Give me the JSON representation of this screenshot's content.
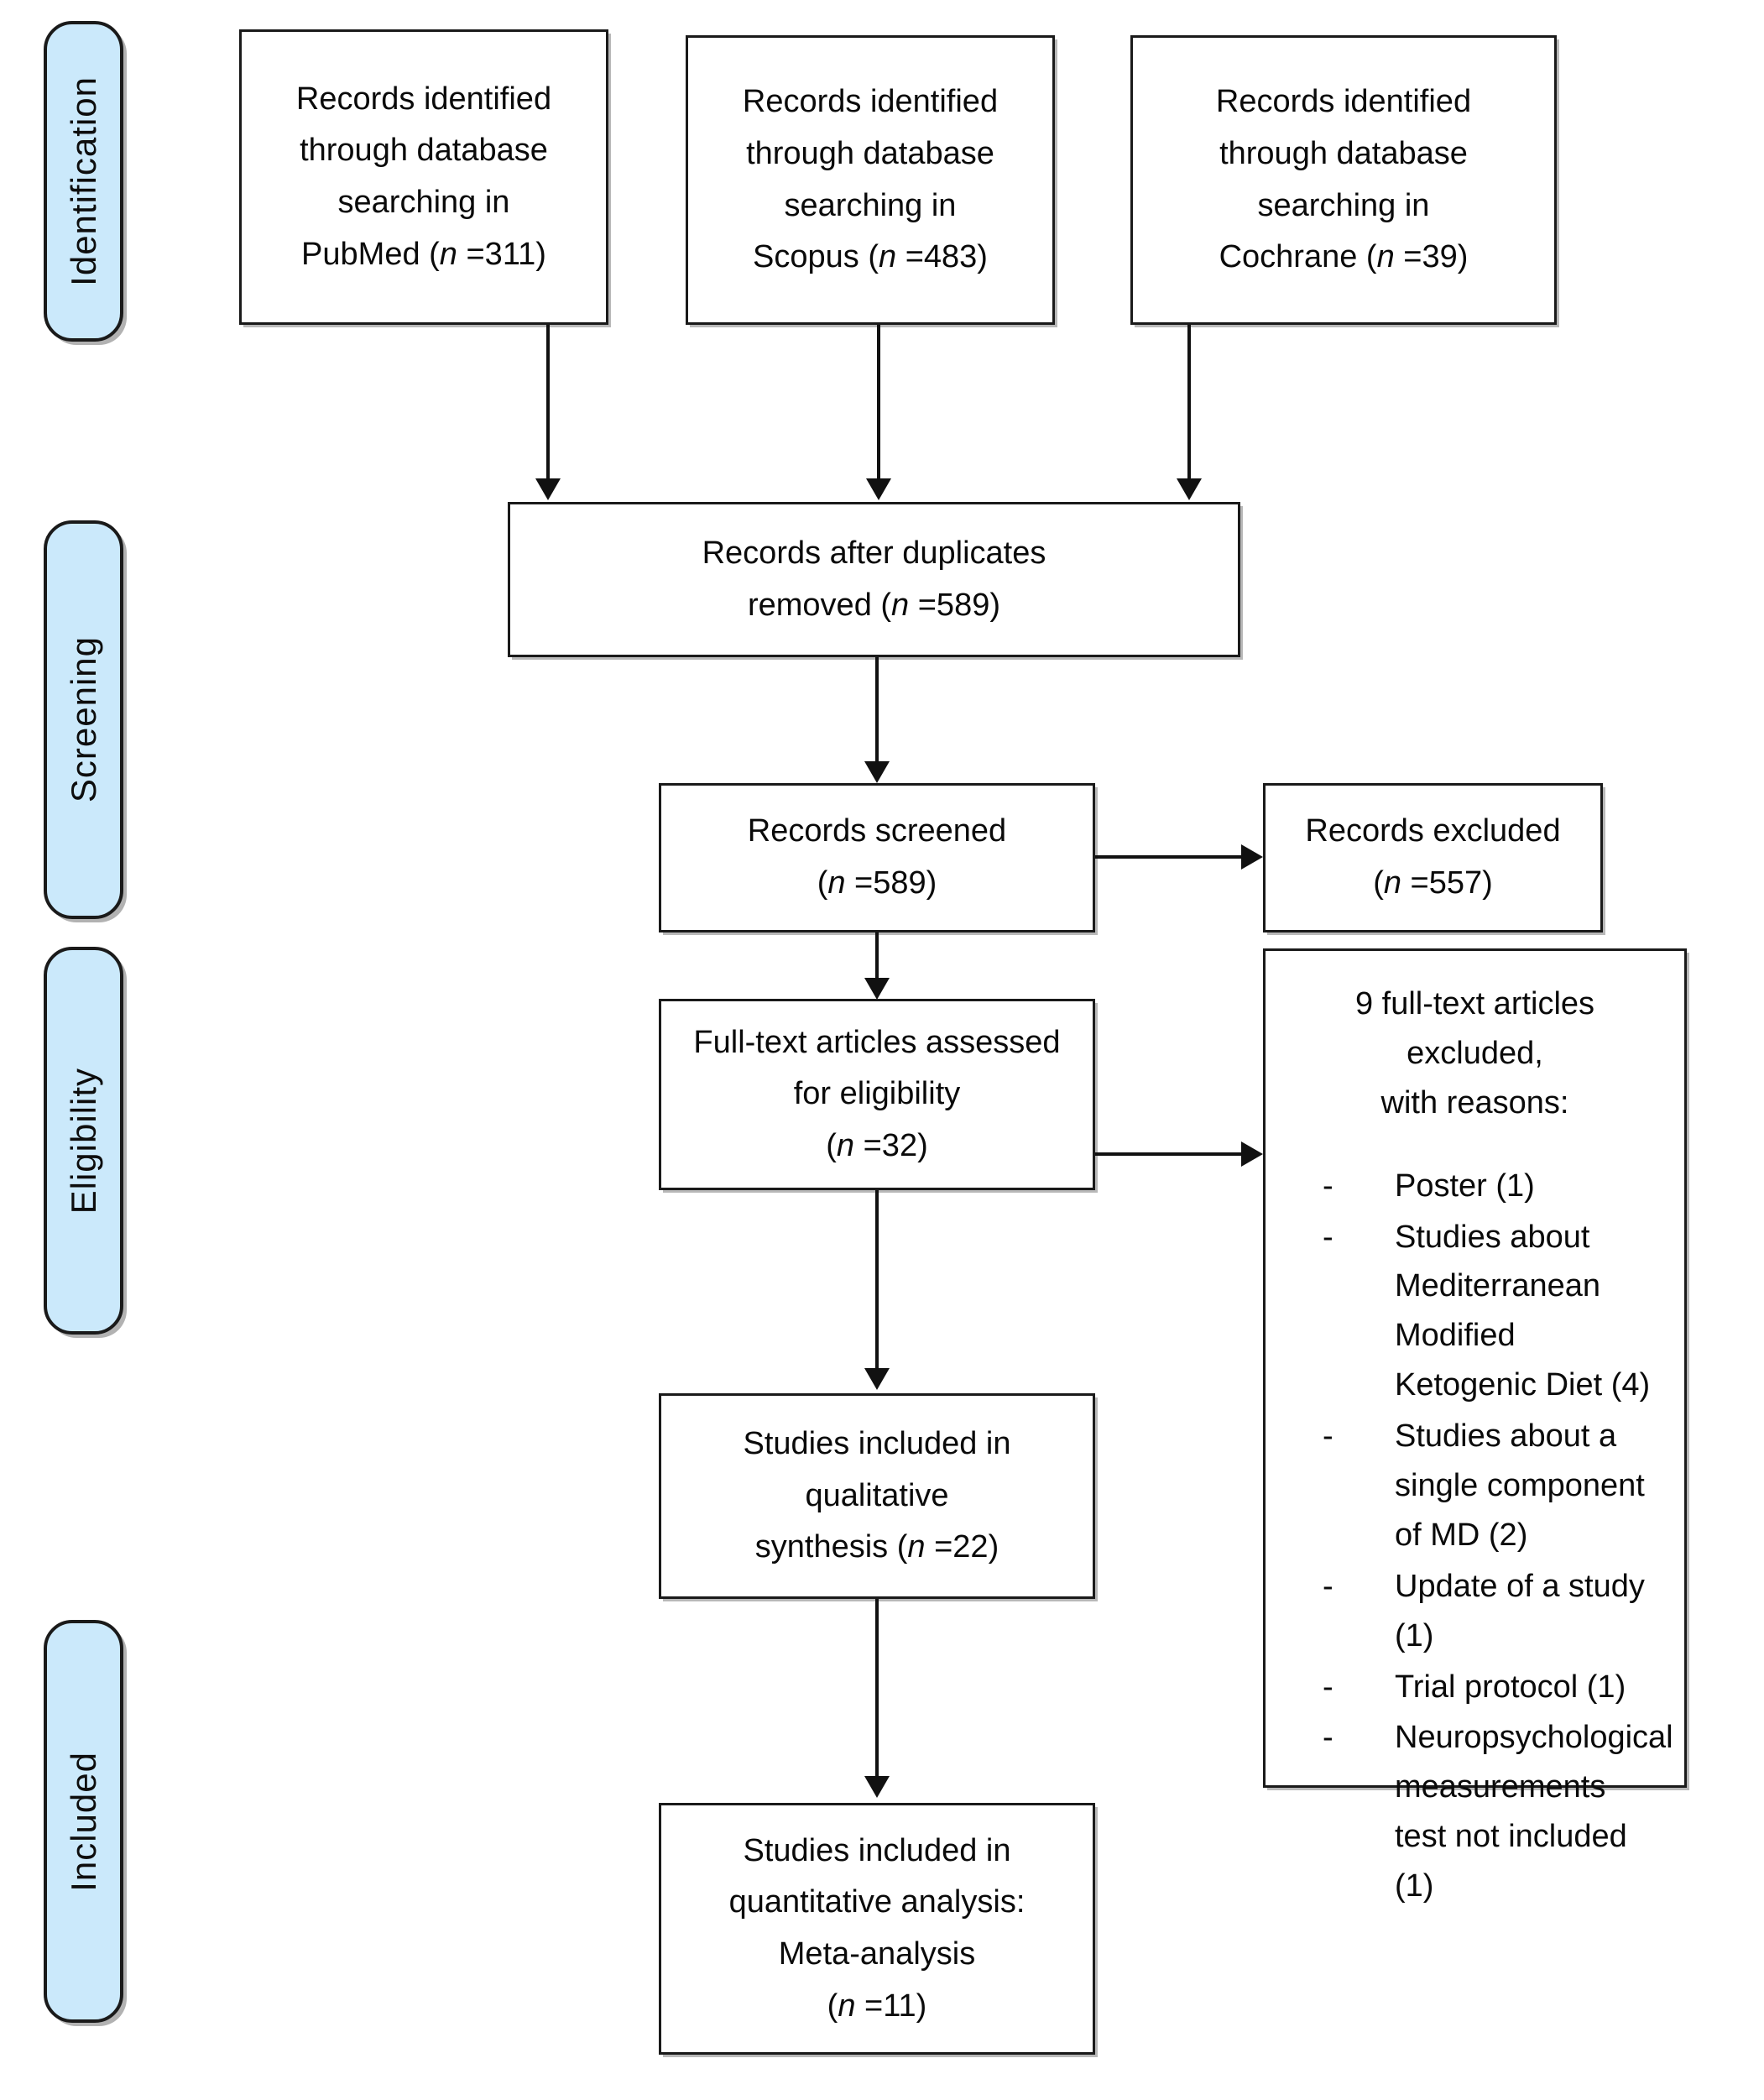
{
  "diagram": {
    "title": "PRISMA flow diagram",
    "accent_blue": "#cbe9fb",
    "line_color": "#111111"
  },
  "stages": [
    {
      "key": "identification",
      "label": "Identification"
    },
    {
      "key": "screening",
      "label": "Screening"
    },
    {
      "key": "eligibility",
      "label": "Eligibility"
    },
    {
      "key": "included",
      "label": "Included"
    }
  ],
  "boxes": {
    "pubmed": {
      "line1": "Records identified",
      "line2": "through database",
      "line3": "searching in",
      "line4_prefix": "PubMed (",
      "line4_n": "n",
      "line4_suffix": " =311)"
    },
    "scopus": {
      "line1": "Records identified",
      "line2": "through database",
      "line3": "searching in",
      "line4_prefix": "Scopus (",
      "line4_n": "n",
      "line4_suffix": " =483)"
    },
    "cochrane": {
      "line1": "Records identified",
      "line2": "through database",
      "line3": "searching in",
      "line4_prefix": "Cochrane (",
      "line4_n": "n",
      "line4_suffix": " =39)"
    },
    "duplicates_removed": {
      "line1": "Records after duplicates",
      "line2_prefix": "removed (",
      "line2_n": "n",
      "line2_suffix": " =589)"
    },
    "records_screened": {
      "line1": "Records screened",
      "line2_prefix": "(",
      "line2_n": "n",
      "line2_suffix": " =589)"
    },
    "records_excluded": {
      "line1": "Records excluded",
      "line2_prefix": "(",
      "line2_n": "n",
      "line2_suffix": " =557)"
    },
    "fulltext_assessed": {
      "line1": "Full-text articles assessed",
      "line2": "for eligibility",
      "line3_prefix": "(",
      "line3_n": "n",
      "line3_suffix": " =32)"
    },
    "fulltext_excluded": {
      "heading_line1": "9 full-text articles excluded,",
      "heading_line2": "with reasons:",
      "bullet_marker": "-",
      "reasons": [
        "Poster (1)",
        "Studies about Mediterranean Modified Ketogenic Diet (4)",
        "Studies about a single component of MD (2)",
        "Update of a study (1)",
        "Trial protocol (1)",
        "Neuropsychological measurements test not included (1)"
      ]
    },
    "qualitative_synthesis": {
      "line1": "Studies included in",
      "line2": "qualitative",
      "line3_prefix": "synthesis (",
      "line3_n": "n",
      "line3_suffix": " =22)"
    },
    "quantitative_analysis": {
      "line1": "Studies included in",
      "line2": "quantitative analysis:",
      "line3": "Meta-analysis",
      "line4_prefix": "(",
      "line4_n": "n",
      "line4_suffix": " =11)"
    }
  },
  "chart_data": {
    "type": "diagram",
    "diagram_type": "PRISMA flow diagram",
    "nodes": [
      {
        "id": "pubmed",
        "stage": "Identification",
        "label": "Records identified through database searching in PubMed",
        "n": 311
      },
      {
        "id": "scopus",
        "stage": "Identification",
        "label": "Records identified through database searching in Scopus",
        "n": 483
      },
      {
        "id": "cochrane",
        "stage": "Identification",
        "label": "Records identified through database searching in Cochrane",
        "n": 39
      },
      {
        "id": "duplicates",
        "stage": "Screening",
        "label": "Records after duplicates removed",
        "n": 589
      },
      {
        "id": "screened",
        "stage": "Screening",
        "label": "Records screened",
        "n": 589
      },
      {
        "id": "excluded",
        "stage": "Screening",
        "label": "Records excluded",
        "n": 557
      },
      {
        "id": "fulltext",
        "stage": "Eligibility",
        "label": "Full-text articles assessed for eligibility",
        "n": 32
      },
      {
        "id": "ft_excluded",
        "stage": "Eligibility",
        "label": "Full-text articles excluded, with reasons",
        "n": 9
      },
      {
        "id": "qualitative",
        "stage": "Included",
        "label": "Studies included in qualitative synthesis",
        "n": 22
      },
      {
        "id": "quantitative",
        "stage": "Included",
        "label": "Studies included in quantitative analysis: Meta-analysis",
        "n": 11
      }
    ],
    "edges": [
      {
        "from": "pubmed",
        "to": "duplicates"
      },
      {
        "from": "scopus",
        "to": "duplicates"
      },
      {
        "from": "cochrane",
        "to": "duplicates"
      },
      {
        "from": "duplicates",
        "to": "screened"
      },
      {
        "from": "screened",
        "to": "excluded"
      },
      {
        "from": "screened",
        "to": "fulltext"
      },
      {
        "from": "fulltext",
        "to": "ft_excluded"
      },
      {
        "from": "fulltext",
        "to": "qualitative"
      },
      {
        "from": "qualitative",
        "to": "quantitative"
      }
    ],
    "exclusion_reasons": [
      {
        "reason": "Poster",
        "count": 1
      },
      {
        "reason": "Studies about Mediterranean Modified Ketogenic Diet",
        "count": 4
      },
      {
        "reason": "Studies about a single component of MD",
        "count": 2
      },
      {
        "reason": "Update of a study",
        "count": 1
      },
      {
        "reason": "Trial protocol",
        "count": 1
      },
      {
        "reason": "Neuropsychological measurements test not included",
        "count": 1
      }
    ]
  }
}
